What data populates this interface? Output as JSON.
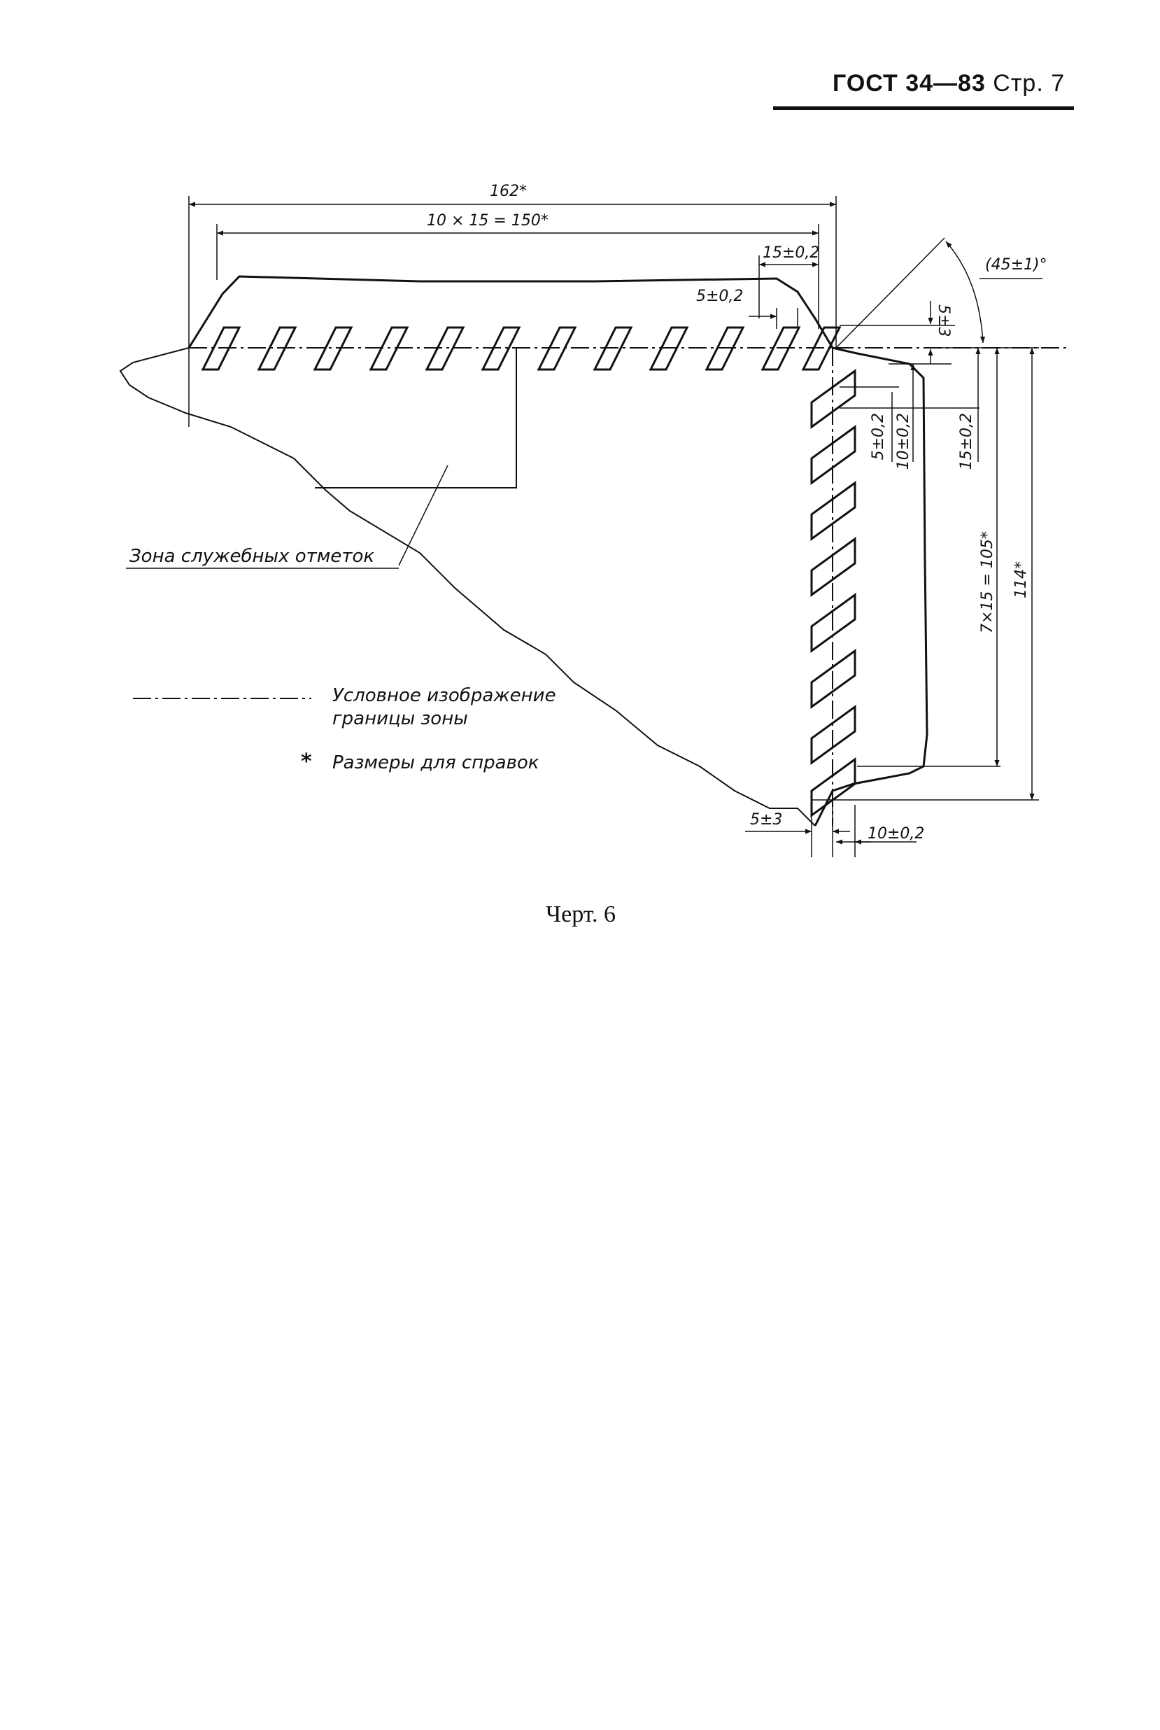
{
  "header": {
    "standard": "ГОСТ 34—83",
    "page": "Стр. 7"
  },
  "drawing": {
    "dims": {
      "total_width": "162*",
      "marks_width": "10 × 15 = 150*",
      "mark_pitch": "15±0,2",
      "mark_width": "5±0,2",
      "top_offset": "5±3",
      "angle": "(45±1)°",
      "vert_mark_width": "5±0,2",
      "vert_mark_pitch_1": "10±0,2",
      "vert_mark_pitch_2": "15±0,2",
      "vert_marks_height": "7×15 = 105*",
      "total_height": "114*",
      "bottom_offset": "5±3",
      "bottom_width": "10±0,2"
    },
    "zone_label": "Зона служебных отметок",
    "legend": {
      "line_text_1": "Условное изображение",
      "line_text_2": "границы зоны",
      "star_symbol": "*",
      "star_text": "Размеры для справок"
    }
  },
  "caption": "Черт. 6"
}
